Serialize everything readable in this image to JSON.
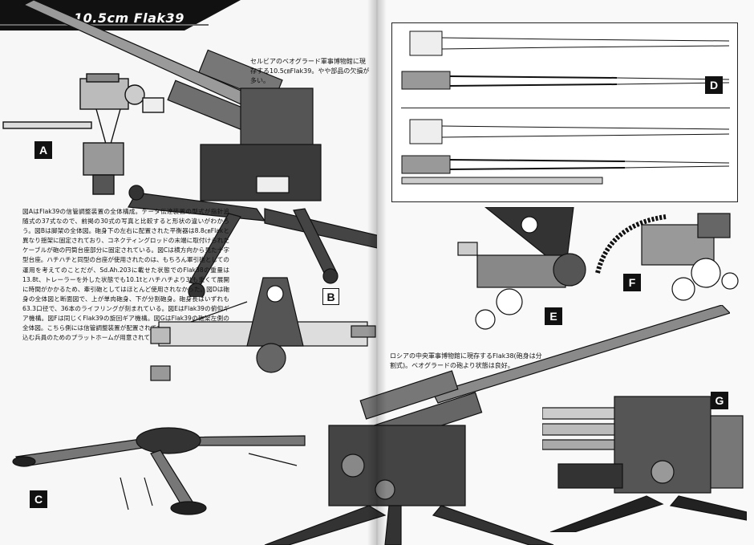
{
  "header": {
    "title": "10.5cm Flak39"
  },
  "captions": {
    "belgrade_museum": "セルビアのベオグラード軍事博物館に現存する10.5㎝Flak39。やや部品の欠損が多い。",
    "russia_museum": "ロシアの中央軍事博物館に現存するFlak38(砲身は分割式)。ベオグラードの砲より状態は良好。"
  },
  "body_text": "図AはFlak39の信管調整装置の全体構成。データ伝達装置の型式が指針追随式の37式なので、前掲の30式の写真と比較すると形状の違いがわかろう。図Bは脚架の全体図。砲身下の左右に配置された平衡器は8.8㎝Flakと異なり揺架に固定されており、コネクティングロッドの末端に取付けられたケーブルが砲の円筒台座部分に固定されている。図Cは横方向から見た十字型台座。ハチハチと同型の台座が使用されたのは、もちろん軍引砲としての運用を考えてのことだが、Sd.Ah.203に載せた状態でのFlak38の重量は13.8t、トレーラーを外した状態でも10.1tとハチハチより3tも重くて展開に時間がかかるため、牽引砲としてはほとんど使用されなかった。図Dは砲身の全体図と断面図で、上が単肉砲身、下が分割砲身。砲身長はいずれも63.3口径で、36本のライフリングが刻まれている。図EはFlak39の俯仰ギア機構。図Fは同じくFlak39の旋回ギア機構。図GはFlak39の砲架左側の全体図。こちら側には信管調整装置が配置されており、砲弾を同装置に差し込む兵員のためのプラットホームが用意されている。",
  "figure_labels": {
    "a": "A",
    "b": "B",
    "c": "C",
    "d": "D",
    "e": "E",
    "f": "F",
    "g": "G"
  }
}
